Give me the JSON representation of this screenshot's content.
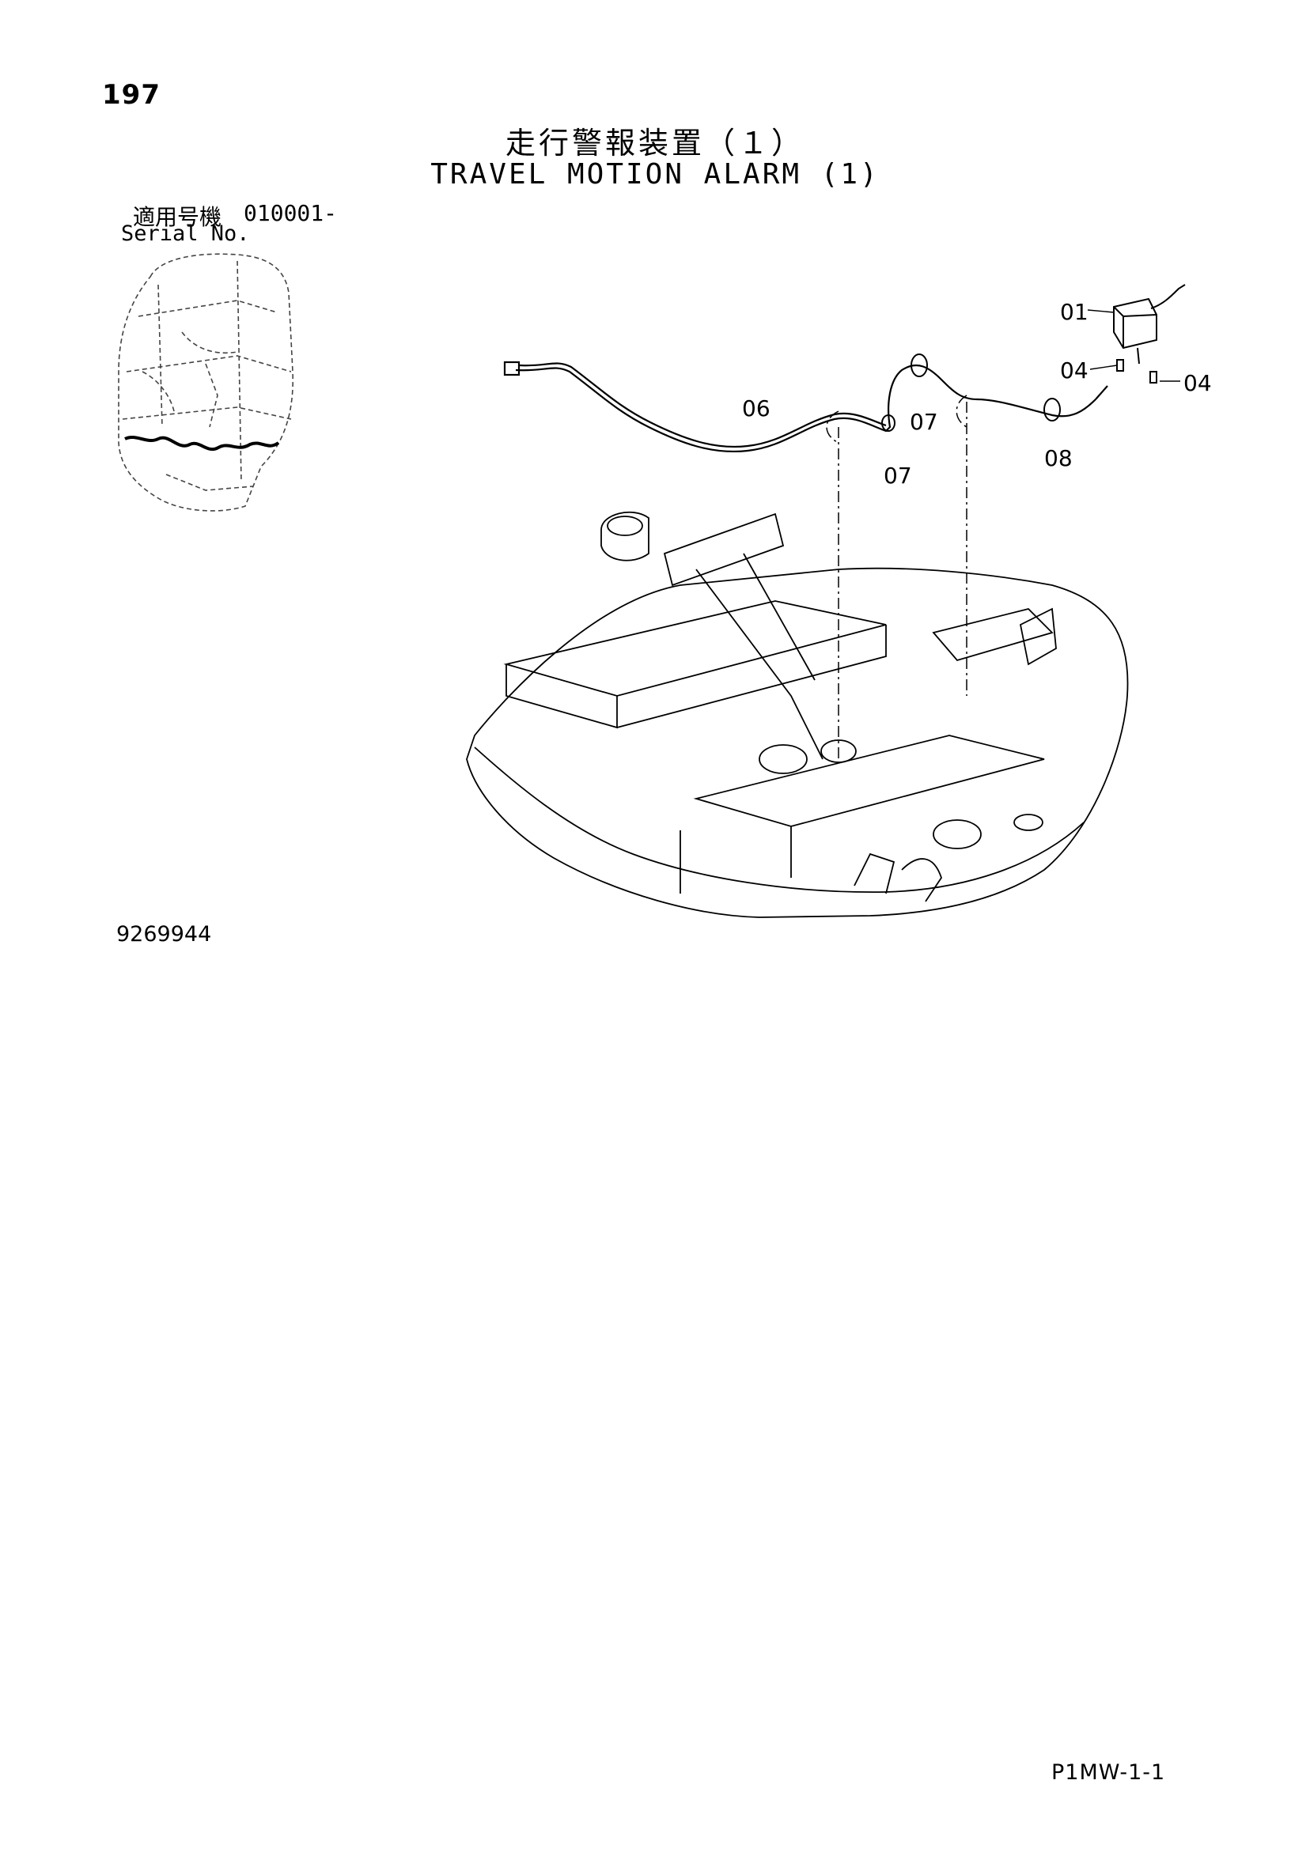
{
  "page": {
    "number": "197",
    "title_ja": "走行警報装置（１）",
    "title_en": "TRAVEL MOTION ALARM (1)",
    "serial_label_ja": "適用号機",
    "serial_range": "010001-",
    "serial_label_en": "Serial No.",
    "drawing_number": "9269944",
    "page_code": "P1MW-1-1"
  },
  "callouts": {
    "c01": "01",
    "c04a": "04",
    "c04b": "04",
    "c06": "06",
    "c07a": "07",
    "c07b": "07",
    "c08": "08"
  }
}
